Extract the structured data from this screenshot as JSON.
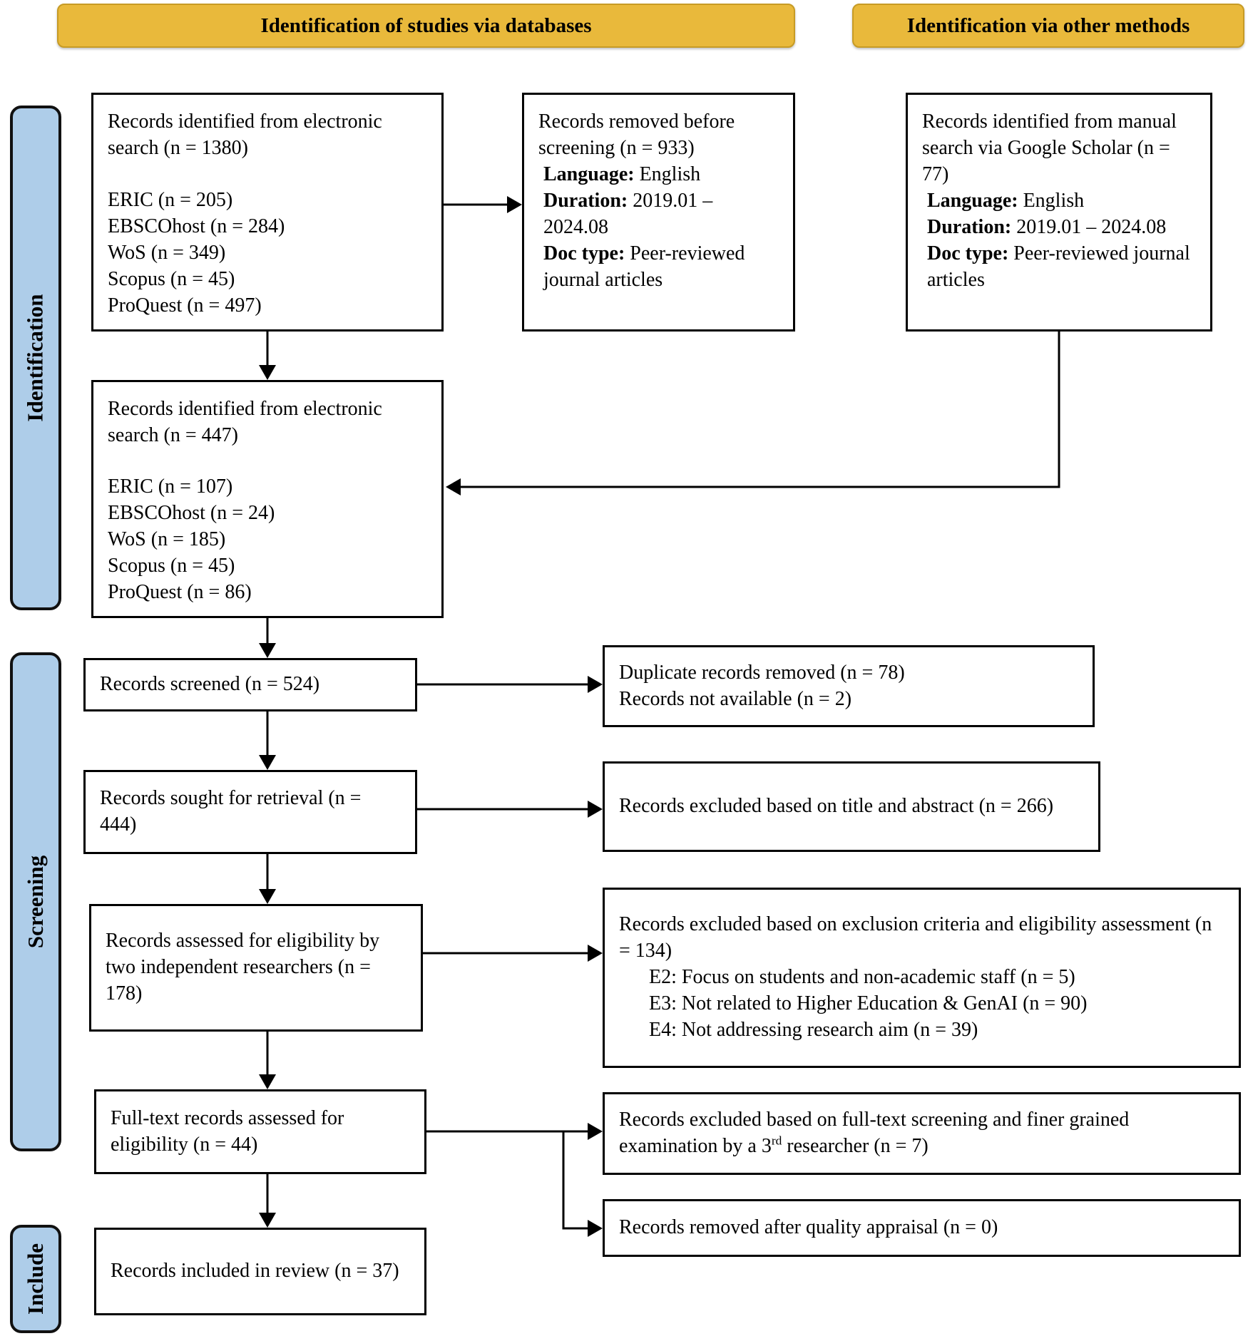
{
  "headers": {
    "via_databases": "Identification of studies via databases",
    "via_other": "Identification via other methods"
  },
  "stages": {
    "identification": "Identification",
    "screening": "Screening",
    "include": "Include"
  },
  "boxes": {
    "records_identified_initial": {
      "title": "Records identified from electronic search (n = 1380)",
      "sources": [
        "ERIC (n = 205)",
        "EBSCOhost (n = 284)",
        "WoS (n = 349)",
        "Scopus (n = 45)",
        "ProQuest (n = 497)"
      ]
    },
    "records_removed_before_screening": {
      "title": "Records removed before screening (n = 933)",
      "criteria": [
        {
          "label": "Language:",
          "value": " English"
        },
        {
          "label": "Duration:",
          "value": " 2019.01 – 2024.08"
        },
        {
          "label": "Doc type:",
          "value": " Peer-reviewed journal articles"
        }
      ]
    },
    "records_identified_manual": {
      "title": "Records identified from manual search via Google Scholar (n = 77)",
      "criteria": [
        {
          "label": "Language:",
          "value": " English"
        },
        {
          "label": "Duration:",
          "value": " 2019.01 – 2024.08"
        },
        {
          "label": "Doc type:",
          "value": " Peer-reviewed journal articles"
        }
      ]
    },
    "records_identified_filtered": {
      "title": "Records identified from electronic search (n = 447)",
      "sources": [
        "ERIC (n = 107)",
        "EBSCOhost (n = 24)",
        "WoS (n = 185)",
        "Scopus (n = 45)",
        "ProQuest (n = 86)"
      ]
    },
    "records_screened": {
      "title": "Records screened (n = 524)"
    },
    "duplicates_removed": {
      "lines": [
        "Duplicate records removed (n = 78)",
        "Records not available (n = 2)"
      ]
    },
    "records_sought": {
      "title": "Records sought for retrieval (n = 444)"
    },
    "excluded_title_abstract": {
      "title": "Records excluded based on title and abstract (n = 266)"
    },
    "records_assessed": {
      "title": "Records assessed for eligibility by two independent researchers (n = 178)"
    },
    "excluded_criteria": {
      "title": "Records excluded based on exclusion criteria and eligibility assessment (n = 134)",
      "reasons": [
        "E2: Focus on students and non-academic staff (n = 5)",
        "E3: Not related to Higher Education & GenAI (n = 90)",
        "E4: Not addressing research aim (n = 39)"
      ]
    },
    "fulltext_assessed": {
      "title": "Full-text records assessed for eligibility (n = 44)"
    },
    "excluded_fulltext": {
      "pre": "Records excluded based on full-text screening and finer grained examination by a 3",
      "sup": "rd",
      "post": " researcher (n = 7)"
    },
    "removed_quality": {
      "title": "Records removed after quality appraisal (n = 0)"
    },
    "included_review": {
      "title": "Records included in review (n = 37)"
    }
  },
  "colors": {
    "header_fill": "#E9B93B",
    "stage_fill": "#AECDE9",
    "box_border": "#000000"
  }
}
